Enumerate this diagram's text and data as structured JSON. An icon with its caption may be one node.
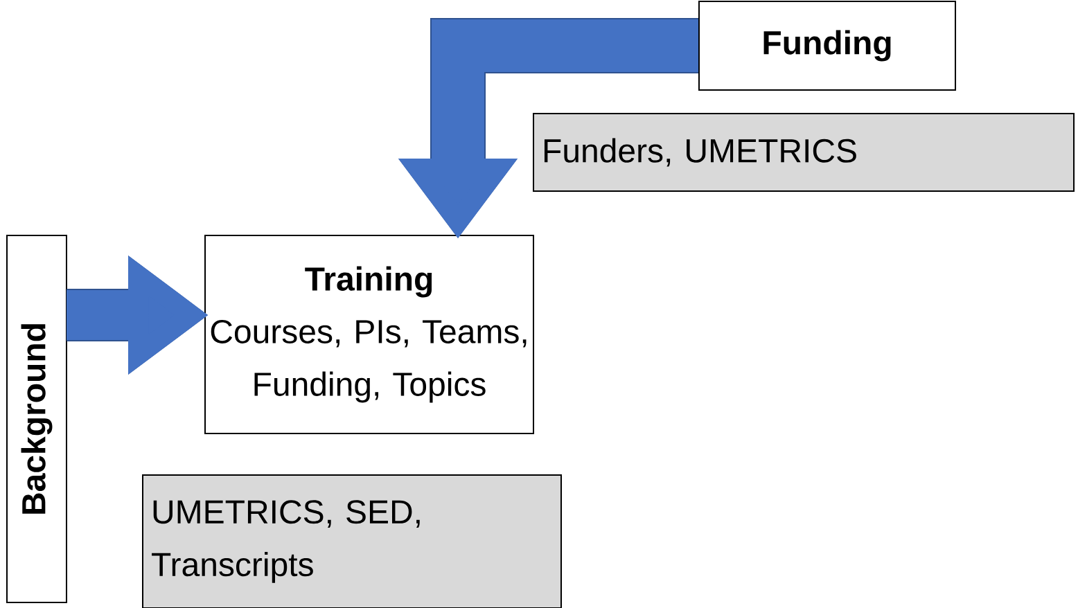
{
  "diagram": {
    "nodes": [
      {
        "text": [
          "Funding"
        ]
      },
      {
        "text": [
          "Funders, UMETRICS"
        ]
      },
      {
        "text": [
          "Training",
          "Courses, PIs, Teams, Funding, Topics"
        ]
      },
      {
        "text": [
          "Background"
        ]
      },
      {
        "text": [
          "UMETRICS, SED, Transcripts"
        ]
      }
    ],
    "edges": [
      {
        "from": 0,
        "to": 2,
        "arrow": "to"
      },
      {
        "from": 3,
        "to": 2,
        "arrow": "to"
      }
    ]
  }
}
